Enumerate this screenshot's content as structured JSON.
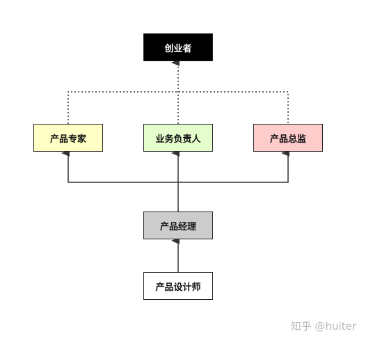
{
  "diagram": {
    "nodes": {
      "founder": "创业者",
      "product_expert": "产品专家",
      "business_owner": "业务负责人",
      "product_director": "产品总监",
      "product_manager": "产品经理",
      "product_designer": "产品设计师"
    },
    "colors": {
      "founder_fill": "#000000",
      "product_expert_fill": "#ffffc6",
      "business_owner_fill": "#e5fccc",
      "product_director_fill": "#ffcccc",
      "product_manager_fill": "#cccccc",
      "product_designer_fill": "#ffffff",
      "line": "#333333"
    },
    "watermark": "知乎 @huiter"
  }
}
